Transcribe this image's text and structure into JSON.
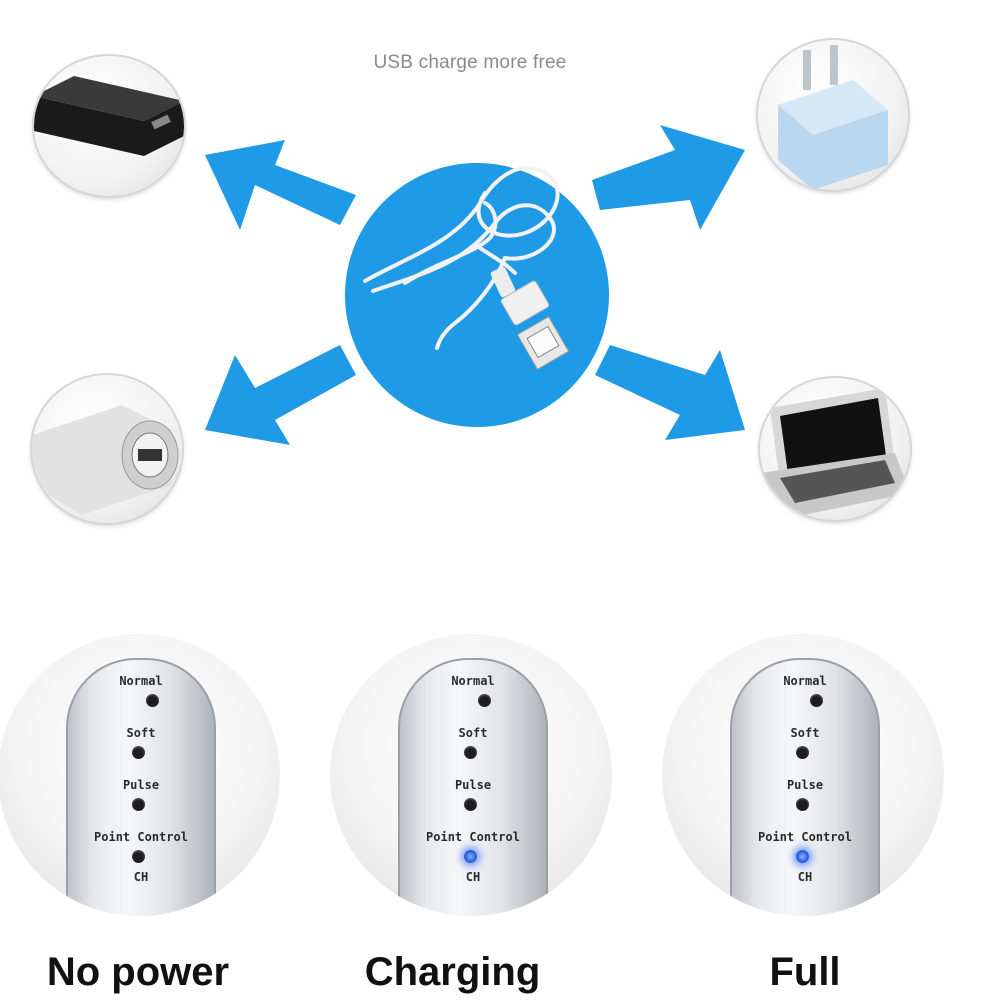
{
  "headline": "USB charge more free",
  "colors": {
    "accent": "#1f9ae6",
    "indicator_on": "#2f62e6",
    "indicator_off": "#1c1c22"
  },
  "devices": {
    "top_left": "power-bank",
    "top_right": "wall-adapter",
    "bottom_left": "car-charger",
    "bottom_right": "laptop"
  },
  "panel_labels": {
    "normal": "Normal",
    "soft": "Soft",
    "pulse": "Pulse",
    "point_control": "Point Control",
    "ch": "CH"
  },
  "states": [
    {
      "label": "No power",
      "ch_indicator_on": false
    },
    {
      "label": "Charging",
      "ch_indicator_on": true
    },
    {
      "label": "Full",
      "ch_indicator_on": true
    }
  ]
}
